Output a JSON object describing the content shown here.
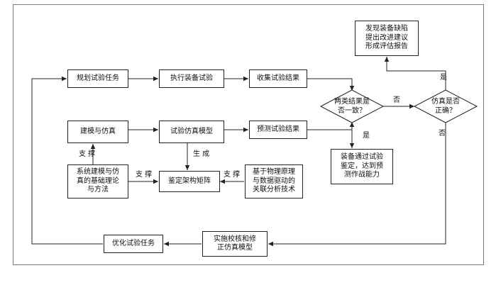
{
  "boxes": {
    "plan_test_task": "规划试验任务",
    "execute_equipment_test": "执行装备试验",
    "collect_test_results": "收集试验结果",
    "modeling_simulation": "建模与仿真",
    "test_simulation_model": "试验仿真模型",
    "predict_test_results": "预测试验结果",
    "system_modeling_theory": "系统建模与仿\n真的基础理论\n与方法",
    "identification_matrix": "鉴定架构矩阵",
    "physics_data_driven": "基于物理原理\n与数据驱动的\n关联分析技术",
    "equipment_passes": "装备通过试验\n鉴定，达到预\n测作战能力",
    "find_defects_report": "发现装备缺陷\n提出改进建议\n形成评估报告",
    "calibrate_correct_model": "实施校核和修\n正仿真模型",
    "optimize_test_task": "优化试验任务"
  },
  "decisions": {
    "results_consistent": "两类结果是\n否一致？",
    "simulation_correct": "仿真是否\n正确？"
  },
  "labels": {
    "support_1": "支  撑",
    "support_2": "支  撑",
    "support_3": "支  撑",
    "generate": "生  成",
    "no_1": "否",
    "yes_1": "是",
    "yes_2": "是",
    "no_2": "否"
  }
}
